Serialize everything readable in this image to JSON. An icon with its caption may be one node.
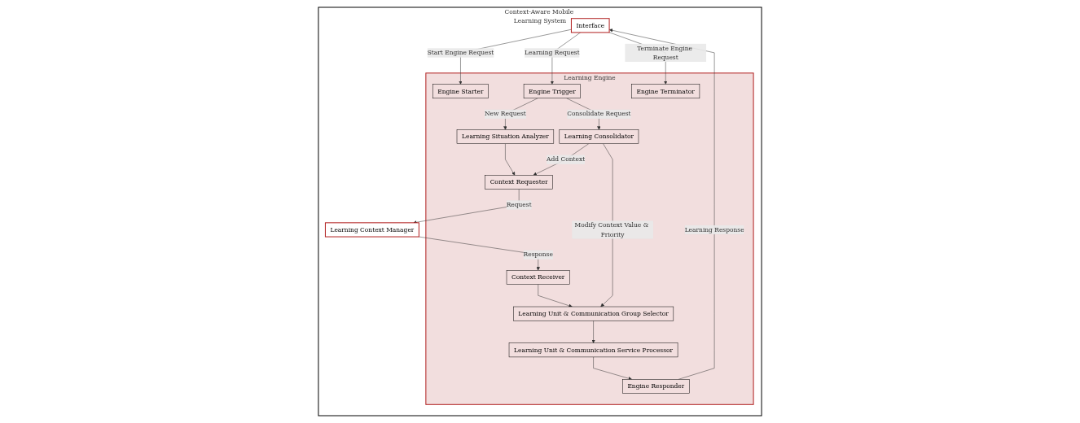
{
  "diagram": {
    "nodes": [
      {
        "text": [
          "Context-Aware Mobile Learning System"
        ]
      },
      {
        "text": [
          "Interface"
        ],
        "in": 0
      },
      {
        "text": [
          "Learning Engine"
        ],
        "in": 0
      },
      {
        "text": [
          "Engine Starter"
        ],
        "in": 2
      },
      {
        "text": [
          "Engine Trigger"
        ],
        "in": 2
      },
      {
        "text": [
          "Engine Responder"
        ],
        "in": 2
      },
      {
        "text": [
          "Engine Terminator"
        ],
        "in": 2
      },
      {
        "text": [
          "Learning Situation Analyzer"
        ],
        "in": 2
      },
      {
        "text": [
          "Learning Consolidator"
        ],
        "in": 2
      },
      {
        "text": [
          "Learning Unit & Communication Service Processor"
        ],
        "in": 2
      },
      {
        "text": [
          "Learning Unit & Communication Group Selector"
        ],
        "in": 2
      },
      {
        "text": [
          "Context Requester"
        ],
        "in": 2
      },
      {
        "text": [
          "Context Receiver"
        ],
        "in": 2
      },
      {
        "text": [
          "Learning Context Manager"
        ],
        "in": 0
      }
    ],
    "edges": [
      {
        "from": 1,
        "to": 3,
        "arrow": "to",
        "label": "Start Engine Request"
      },
      {
        "from": 1,
        "to": 4,
        "arrow": "to",
        "label": "Learning Request"
      },
      {
        "from": 5,
        "to": 1,
        "arrow": "to",
        "label": "Learning Response"
      },
      {
        "from": 1,
        "to": 6,
        "arrow": "to",
        "label": "Terminate Engine Request"
      },
      {
        "from": 4,
        "to": 7,
        "arrow": "to",
        "label": "New Request"
      },
      {
        "from": 4,
        "to": 8,
        "arrow": "to",
        "label": "Consolidate Request"
      },
      {
        "from": 7,
        "to": 11,
        "arrow": "to"
      },
      {
        "from": 8,
        "to": 11,
        "arrow": "to",
        "label": "Add Context"
      },
      {
        "from": 8,
        "to": 10,
        "arrow": "to",
        "label": "Modify Context Value & Priority"
      },
      {
        "from": 10,
        "to": 9,
        "arrow": "to"
      },
      {
        "from": 9,
        "to": 5,
        "arrow": "to"
      },
      {
        "from": 12,
        "to": 10,
        "arrow": "to"
      },
      {
        "from": 11,
        "to": 13,
        "arrow": "to",
        "label": "Request"
      },
      {
        "from": 13,
        "to": 12,
        "arrow": "to",
        "label": "Response"
      }
    ]
  }
}
